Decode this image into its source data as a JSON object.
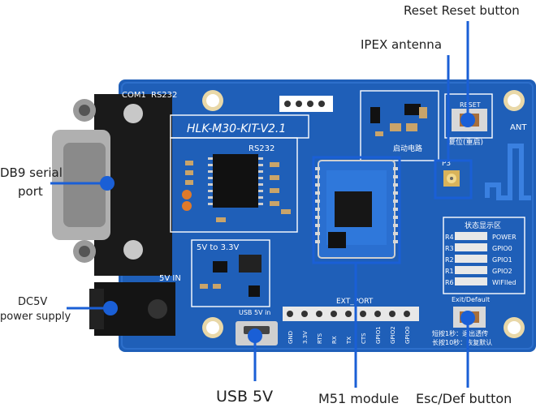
{
  "callouts": {
    "reset": "Reset Reset button",
    "ipex": "IPEX  antenna",
    "db9_line1": "DB9 serial",
    "db9_line2": "port",
    "dc5v_line1": "DC5V",
    "dc5v_line2": "power supply",
    "usb": "USB 5V",
    "m51": "M51 module",
    "escdef": "Esc/Def button"
  },
  "board": {
    "title": "HLK-M30-KIT-V2.1",
    "com1": "COM1",
    "rs232": "RS232",
    "rs232_chip": "RS232",
    "ant": "ANT",
    "reset_label": "RESET",
    "reset_cn": "复位(重启)",
    "p3": "P3",
    "regulator": "5V to 3.3V",
    "power_in": "5V  IN",
    "usb_in": "USB 5V in",
    "ext_port": "EXT_PORT",
    "status_title": "状态显示区",
    "status": [
      "POWER",
      "GPIO0",
      "GPIO1",
      "GPIO2",
      "WIFIled"
    ],
    "status_refs": [
      "R4",
      "R3",
      "R2",
      "R1",
      "R6"
    ],
    "exit_label": "Exit/Default",
    "exit_cn1": "短按1秒：退出透传",
    "exit_cn2": "长按10秒：恢复默认",
    "boot_cn": "启动电路",
    "pins": [
      "GND",
      "3.3V",
      "RTS",
      "RX",
      "TX",
      "CTS",
      "GPIO1",
      "GPIO2",
      "GPIO0"
    ]
  },
  "colors": {
    "pcb": "#1f5fb8",
    "arrow": "#1a5fd6",
    "silk": "#ffffff"
  }
}
